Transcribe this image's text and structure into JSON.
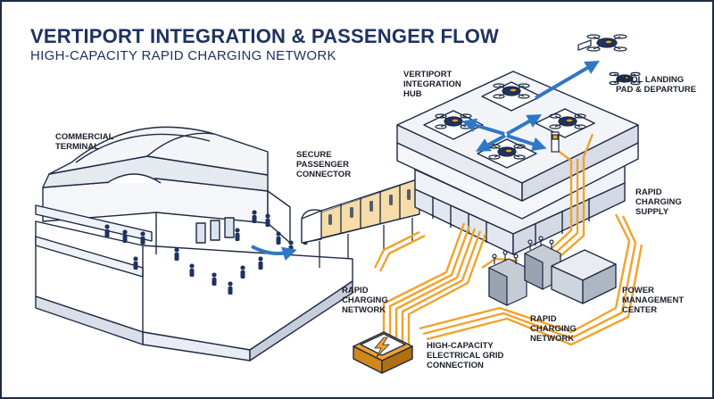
{
  "title": "VERTIPORT INTEGRATION & PASSENGER FLOW",
  "subtitle": "HIGH-CAPACITY RAPID CHARGING NETWORK",
  "labels": {
    "commercial_terminal": "COMMERCIAL\nTERMINAL",
    "secure_connector": "SECURE\nPASSENGER\nCONNECTOR",
    "vertiport_hub": "VERTIPORT\nINTEGRATION\nHUB",
    "evtol_pad": "eVTOL LANDING\nPAD & DEPARTURE",
    "rapid_supply": "RAPID\nCHARGING\nSUPPLY",
    "power_center": "POWER\nMANAGEMENT\nCENTER",
    "rapid_network_left": "RAPID\nCHARGING\nNETWORK",
    "rapid_network_right": "RAPID\nCHARGING\nNETWORK",
    "grid_connection": "HIGH-CAPACITY\nELECTRICAL GRID\nCONNECTION"
  },
  "colors": {
    "navy": "#1f3260",
    "charging": "#f2a22b",
    "flow_arrow": "#2f78c4",
    "outline": "#1d2a44",
    "window": "#f6dca8"
  }
}
